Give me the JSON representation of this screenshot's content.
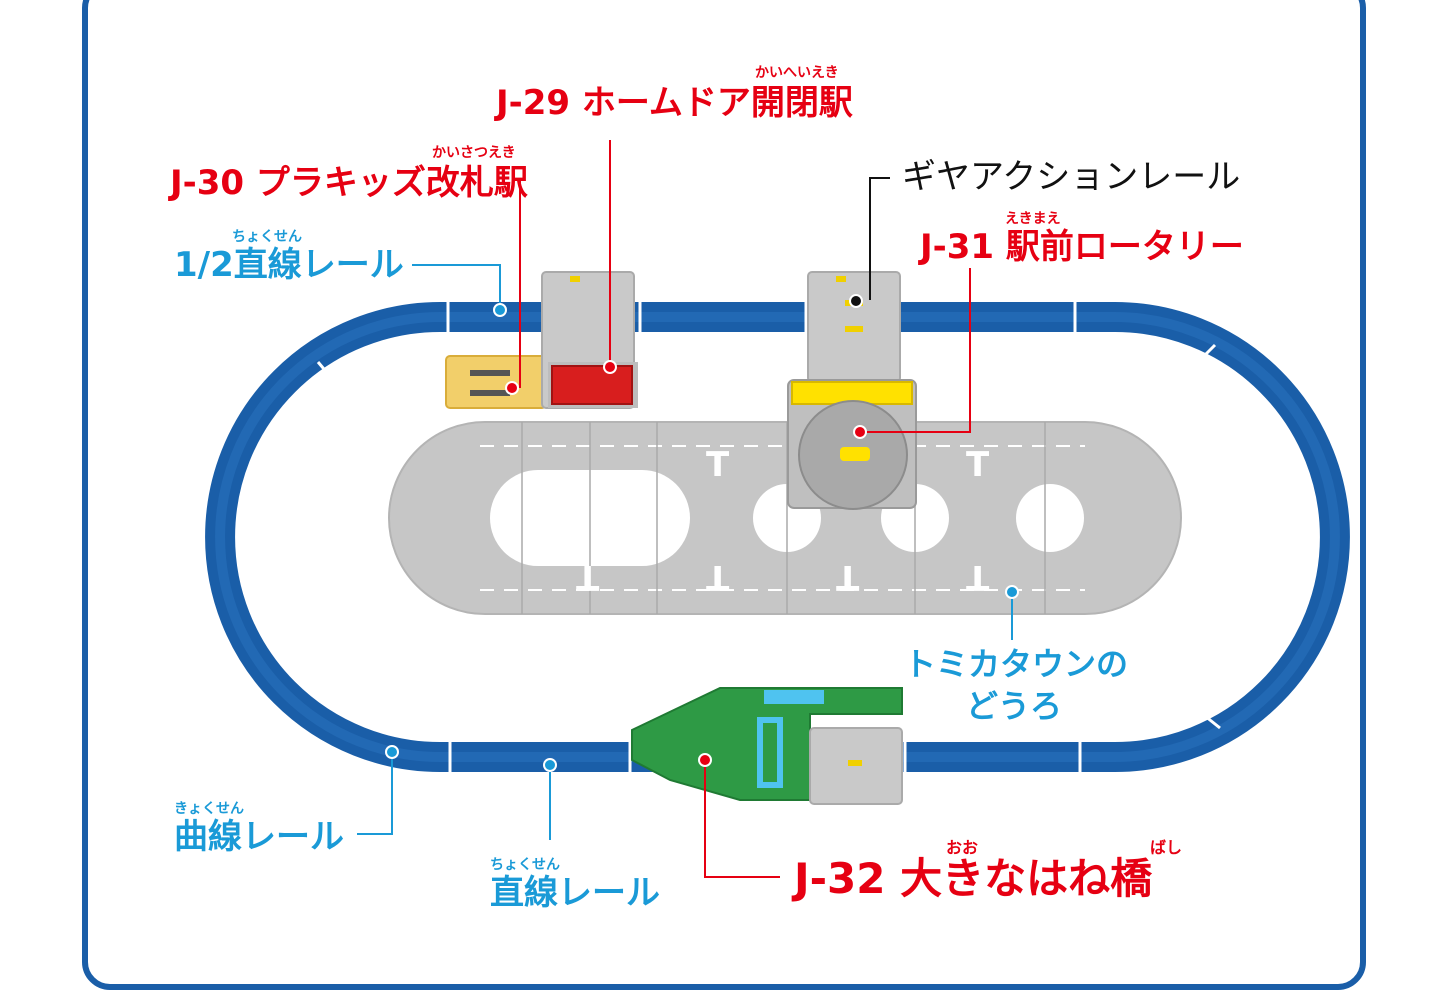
{
  "labels": {
    "j29": {
      "code": "J-29",
      "name": "ホームドア開閉駅",
      "ruby": "かいへいえき"
    },
    "j30": {
      "code": "J-30",
      "name": "プラキッズ改札駅",
      "ruby": "かいさつえき"
    },
    "gear": {
      "name": "ギヤアクションレール"
    },
    "j31": {
      "code": "J-31",
      "name": "駅前ロータリー",
      "ruby": "えきまえ"
    },
    "half_straight": {
      "name": "1/2直線レール",
      "ruby": "ちょくせん"
    },
    "tomica": {
      "line1": "トミカタウンの",
      "line2": "どうろ"
    },
    "curve": {
      "name": "曲線レール",
      "ruby": "きょくせん"
    },
    "straight": {
      "name": "直線レール",
      "ruby": "ちょくせん"
    },
    "j32": {
      "code": "J-32",
      "name": "大きなはね橋",
      "ruby1": "おお",
      "ruby2": "ばし"
    }
  },
  "road_marks": [
    "T",
    "T",
    "T",
    "T",
    "T",
    "T"
  ],
  "colors": {
    "rail": "#1a5ea8",
    "rail_label": "#1a9ad7",
    "product_label": "#e60012",
    "road": "#c8c8c8",
    "bridge": "#2e9a45",
    "gate": "#f2cf6a",
    "station_door": "#d81e1e",
    "rotary_top": "#ffe100"
  }
}
